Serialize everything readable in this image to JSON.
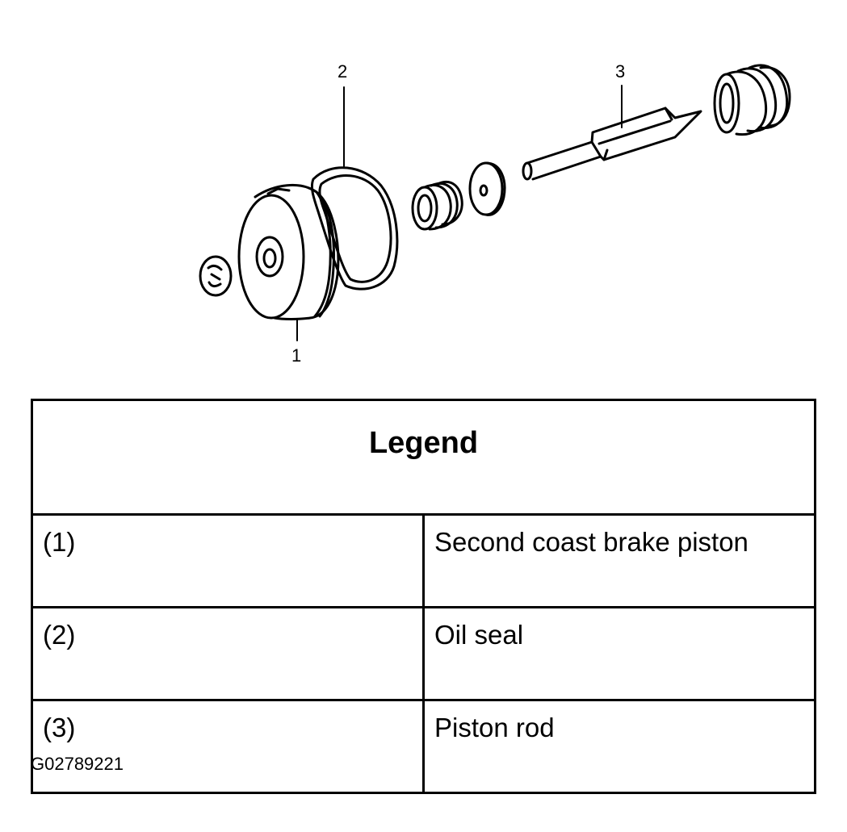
{
  "diagram": {
    "callouts": [
      "1",
      "2",
      "3"
    ]
  },
  "legend": {
    "title": "Legend",
    "rows": [
      {
        "num": "(1)",
        "desc": "Second coast brake piston"
      },
      {
        "num": "(2)",
        "desc": "Oil seal"
      },
      {
        "num": "(3)",
        "desc": "Piston rod"
      }
    ]
  },
  "figure_id": "G02789221"
}
